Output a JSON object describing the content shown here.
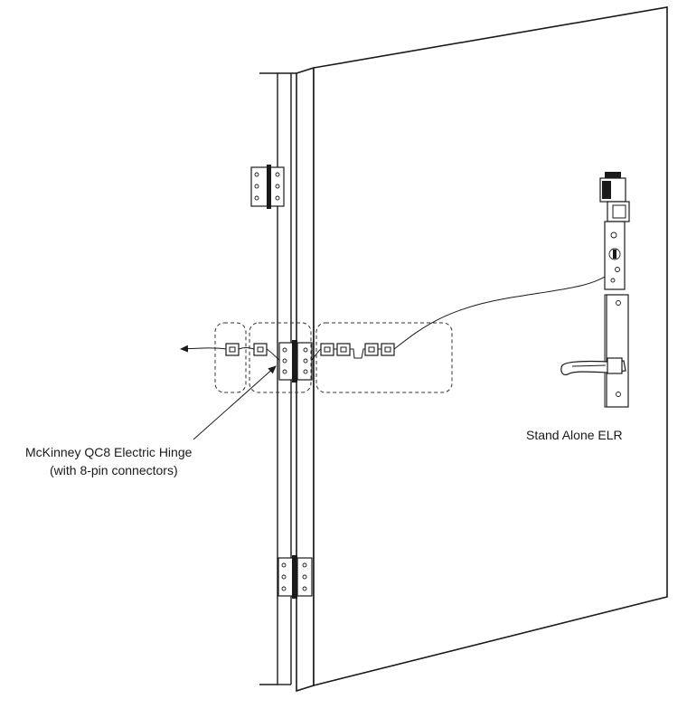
{
  "labels": {
    "hinge_line1": "McKinney QC8 Electric Hinge",
    "hinge_line2": "(with 8-pin connectors)",
    "elr": "Stand Alone ELR"
  }
}
